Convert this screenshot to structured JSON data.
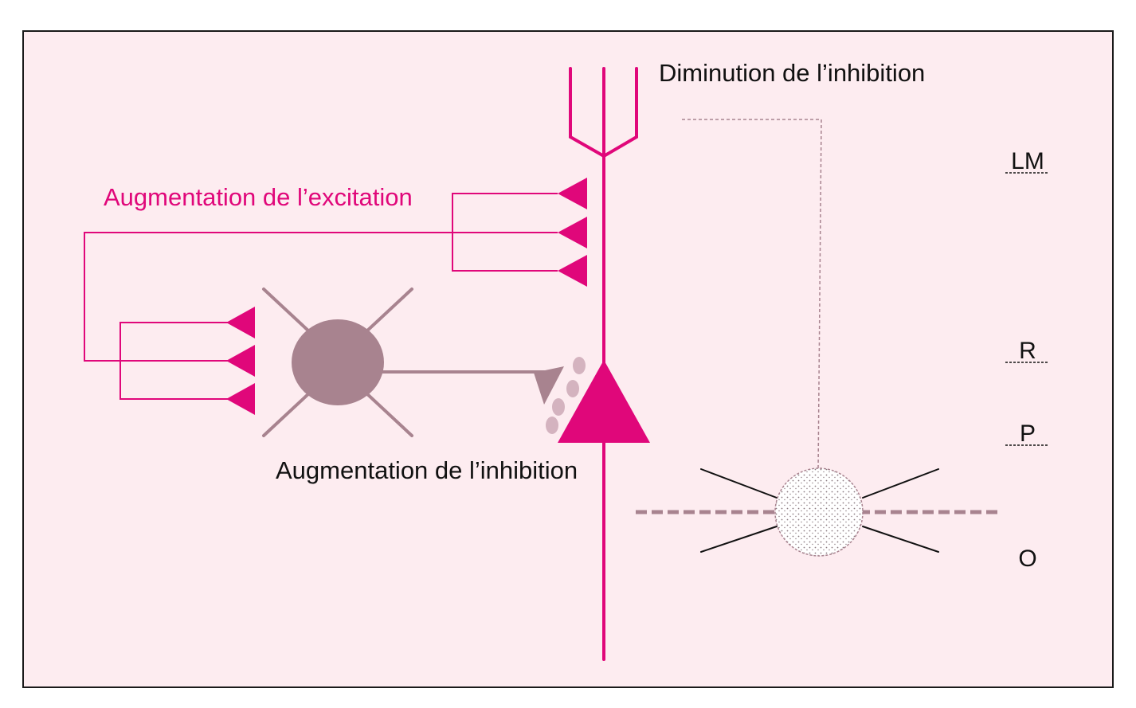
{
  "labels": {
    "dim_inhibition": "Diminution de l’inhibition",
    "aug_excitation": "Augmentation de l’excitation",
    "aug_inhibition": "Augmentation de l’inhibition"
  },
  "layers": [
    "LM",
    "R",
    "P",
    "O"
  ],
  "colors": {
    "background": "#fdecf0",
    "excitatory": "#e0077a",
    "inhibitory": "#a8838f",
    "text": "#111111"
  }
}
